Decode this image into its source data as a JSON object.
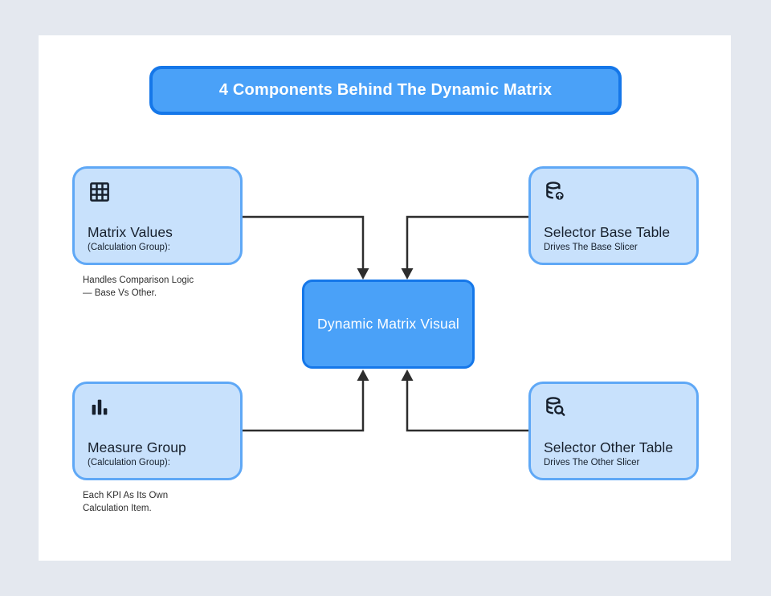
{
  "header": {
    "title": "4 Components Behind The Dynamic Matrix"
  },
  "center": {
    "label": "Dynamic Matrix Visual"
  },
  "nodes": [
    {
      "id": "matrix-values",
      "icon": "table-grid-icon",
      "title": "Matrix Values",
      "subtitle": "(Calculation Group):"
    },
    {
      "id": "selector-base-table",
      "icon": "database-upload-icon",
      "title": "Selector Base Table",
      "subtitle": "Drives The Base Slicer"
    },
    {
      "id": "measure-group",
      "icon": "bar-chart-icon",
      "title": "Measure Group",
      "subtitle": "(Calculation Group):"
    },
    {
      "id": "selector-other-table",
      "icon": "database-search-icon",
      "title": "Selector Other Table",
      "subtitle": "Drives The Other Slicer"
    }
  ],
  "captions": {
    "matrix_values_line1": "Handles Comparison Logic",
    "matrix_values_line2": "— Base Vs Other.",
    "measure_group_line1": "Each KPI As Its Own",
    "measure_group_line2": "Calculation Item."
  },
  "colors": {
    "accent_border_blue": "#1577e9",
    "accent_fill_blue": "#4aa1f8",
    "node_fill_light_blue": "#c8e1fc",
    "node_border_blue": "#5fa8f6",
    "ink_dark": "#17202d",
    "arrow_dark": "#2d2d2d",
    "page_background": "#e4e8ef",
    "canvas_background": "#ffffff"
  }
}
